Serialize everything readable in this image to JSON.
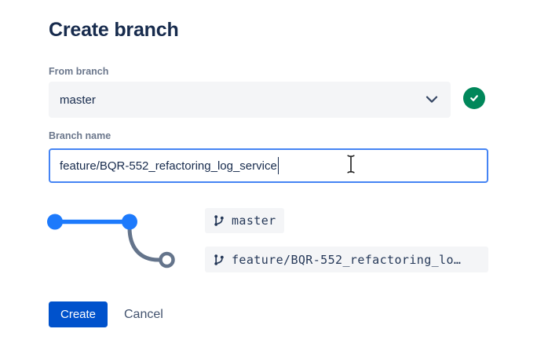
{
  "dialog": {
    "title": "Create branch",
    "from_branch": {
      "label": "From branch",
      "value": "master",
      "validation_icon": "check-circle"
    },
    "branch_name": {
      "label": "Branch name",
      "value": "feature/BQR-552_refactoring_log_service",
      "focused": true
    },
    "diagram": {
      "source_label": "master",
      "new_label": "feature/BQR-552_refactoring_lo…"
    },
    "actions": {
      "create": "Create",
      "cancel": "Cancel"
    }
  },
  "icons": {
    "chevron_down": "chevron-down-icon",
    "check": "check-icon",
    "branch": "git-branch-icon",
    "ibeam": "ibeam-text-cursor"
  },
  "colors": {
    "primary_button": "#0052CC",
    "focus_border": "#4584F4",
    "success_green": "#00875A",
    "graph_blue": "#1D7AFC",
    "graph_gray": "#64748B",
    "field_background": "#F4F5F7",
    "text_primary": "#172B4D",
    "text_secondary": "#6B778C"
  }
}
